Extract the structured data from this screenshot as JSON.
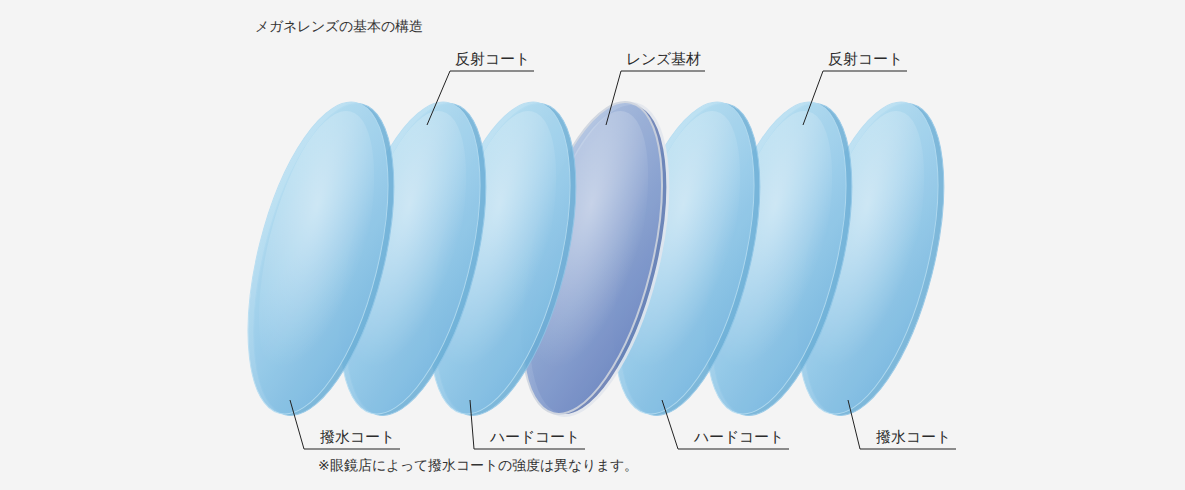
{
  "diagram": {
    "title": "メガネレンズの基本の構造",
    "labels": [
      "反射コート",
      "レンズ基材",
      "反射コート",
      "撥水コート",
      "ハードコート",
      "ハードコート",
      "撥水コート",
      "※眼鏡店によって撥水コートの強度は異なります。"
    ]
  }
}
